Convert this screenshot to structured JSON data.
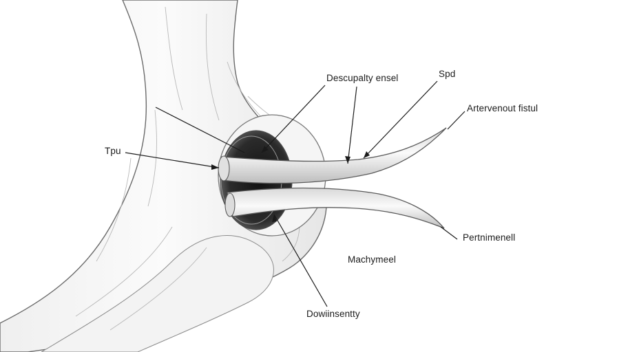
{
  "labels": {
    "descupalty": "Descupalty ensel",
    "spd": "Spd",
    "artervenous": "Artervenout fistul",
    "tpu": "Tpu",
    "pertnimenell": "Pertnimenell",
    "machymeel": "Machymeel",
    "dowiinsentty": "Dowiinsentty"
  },
  "colors": {
    "ink": "#1a1a1a",
    "outline": "#5a5a5a",
    "shade": "#c9c9c9",
    "cavity": "#2b2b2b",
    "paper": "#ffffff"
  }
}
